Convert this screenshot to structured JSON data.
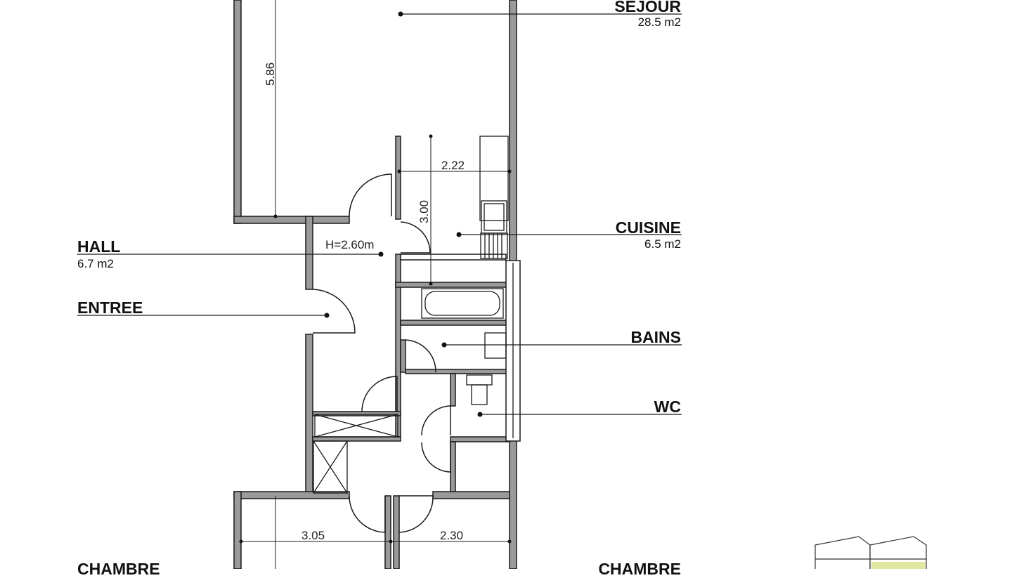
{
  "rooms": {
    "sejour": {
      "name": "SÉJOUR",
      "area": "28.5 m2"
    },
    "cuisine": {
      "name": "CUISINE",
      "area": "6.5 m2"
    },
    "hall": {
      "name": "HALL",
      "area": "6.7 m2"
    },
    "entree": {
      "name": "ENTREE"
    },
    "bains": {
      "name": "BAINS"
    },
    "wc": {
      "name": "WC"
    },
    "chambre_left": {
      "name": "CHAMBRE"
    },
    "chambre_right": {
      "name": "CHAMBRE"
    }
  },
  "dimensions": {
    "sejour_depth": "5.86",
    "cuisine_width": "2.22",
    "cuisine_depth": "3.00",
    "ceiling_height": "H=2.60m",
    "chambre_left_width": "3.05",
    "chambre_right_width": "2.30"
  },
  "colors": {
    "wall_fill": "#9a9a9a",
    "wall_stroke": "#1a1a1a",
    "leader": "#1a1a1a",
    "key_highlight": "#dfe6a0"
  }
}
